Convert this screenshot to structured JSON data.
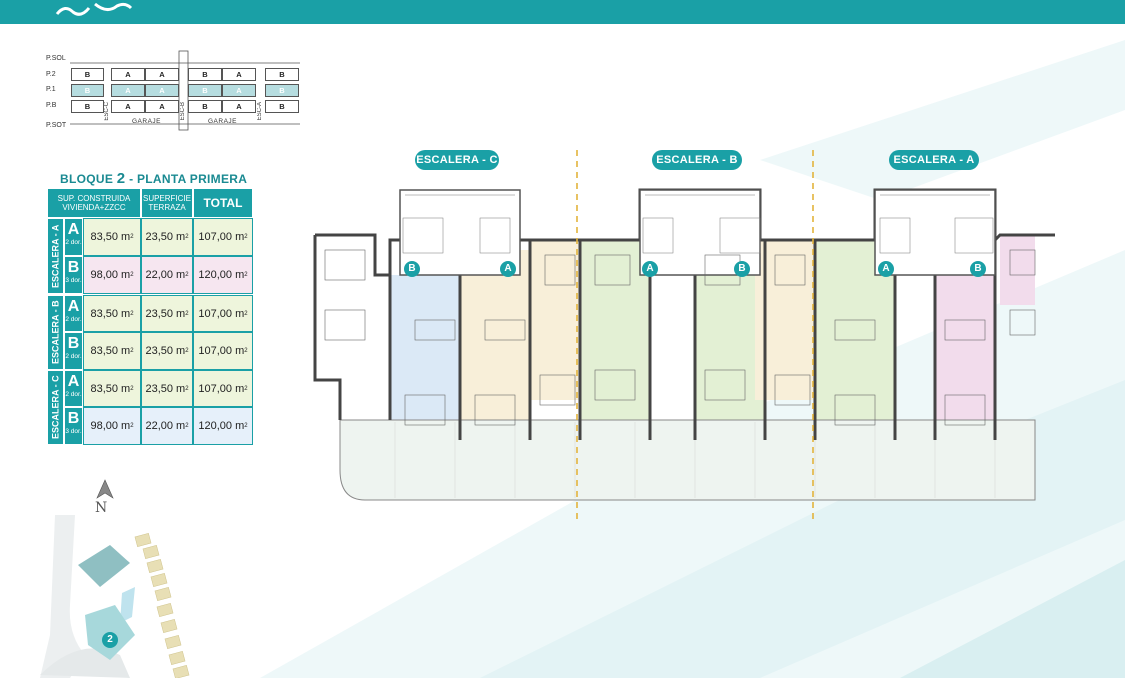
{
  "colors": {
    "brand": "#1aa0a6",
    "light": "#b6dde0",
    "green": "#eef5dc",
    "pink": "#f6e6f0",
    "blue": "#dbe9f6",
    "yellow": "#f8efd9"
  },
  "stack": {
    "levels": [
      "P.SOL",
      "P.2",
      "P.1",
      "P.B",
      "P.SOT"
    ],
    "row_p2": [
      "B",
      "A",
      "A",
      "B",
      "A",
      "B"
    ],
    "row_p1": [
      "B",
      "A",
      "A",
      "B",
      "A",
      "B"
    ],
    "row_pb": [
      "B",
      "A",
      "A",
      "B",
      "A",
      "B"
    ],
    "esc_c": "ESC-C",
    "esc_b": "ESC-B",
    "esc_a": "ESC-A",
    "garaje": "GARAJE"
  },
  "summary": {
    "title_prefix": "BLOQUE ",
    "title_num": "2",
    "title_suffix": " - PLANTA PRIMERA",
    "h1": "SUP. CONSTRUIDA VIVIENDA+ZZCC",
    "h2": "SUPERFICIE TERRAZA",
    "h3": "TOTAL",
    "groups": [
      {
        "label": "ESCALERA - A",
        "rows": [
          {
            "type": "A",
            "dorm": "2 dor.",
            "built": "83,50 m",
            "terrace": "23,50 m",
            "total": "107,00 m"
          },
          {
            "type": "B",
            "dorm": "3 dor.",
            "built": "98,00 m",
            "terrace": "22,00 m",
            "total": "120,00 m"
          }
        ]
      },
      {
        "label": "ESCALERA - B",
        "rows": [
          {
            "type": "A",
            "dorm": "2 dor.",
            "built": "83,50 m",
            "terrace": "23,50 m",
            "total": "107,00 m"
          },
          {
            "type": "B",
            "dorm": "2 dor.",
            "built": "83,50 m",
            "terrace": "23,50 m",
            "total": "107,00 m"
          }
        ]
      },
      {
        "label": "ESCALERA - C",
        "rows": [
          {
            "type": "A",
            "dorm": "2 dor.",
            "built": "83,50 m",
            "terrace": "23,50 m",
            "total": "107,00 m"
          },
          {
            "type": "B",
            "dorm": "3 dor.",
            "built": "98,00 m",
            "terrace": "22,00 m",
            "total": "120,00 m"
          }
        ]
      }
    ],
    "sq": "2"
  },
  "compass": "N",
  "site_badge": "2",
  "plan": {
    "esc_c": "ESCALERA - C",
    "esc_b": "ESCALERA - B",
    "esc_a": "ESCALERA - A",
    "markers": [
      "B",
      "A",
      "A",
      "B",
      "A",
      "B"
    ]
  }
}
